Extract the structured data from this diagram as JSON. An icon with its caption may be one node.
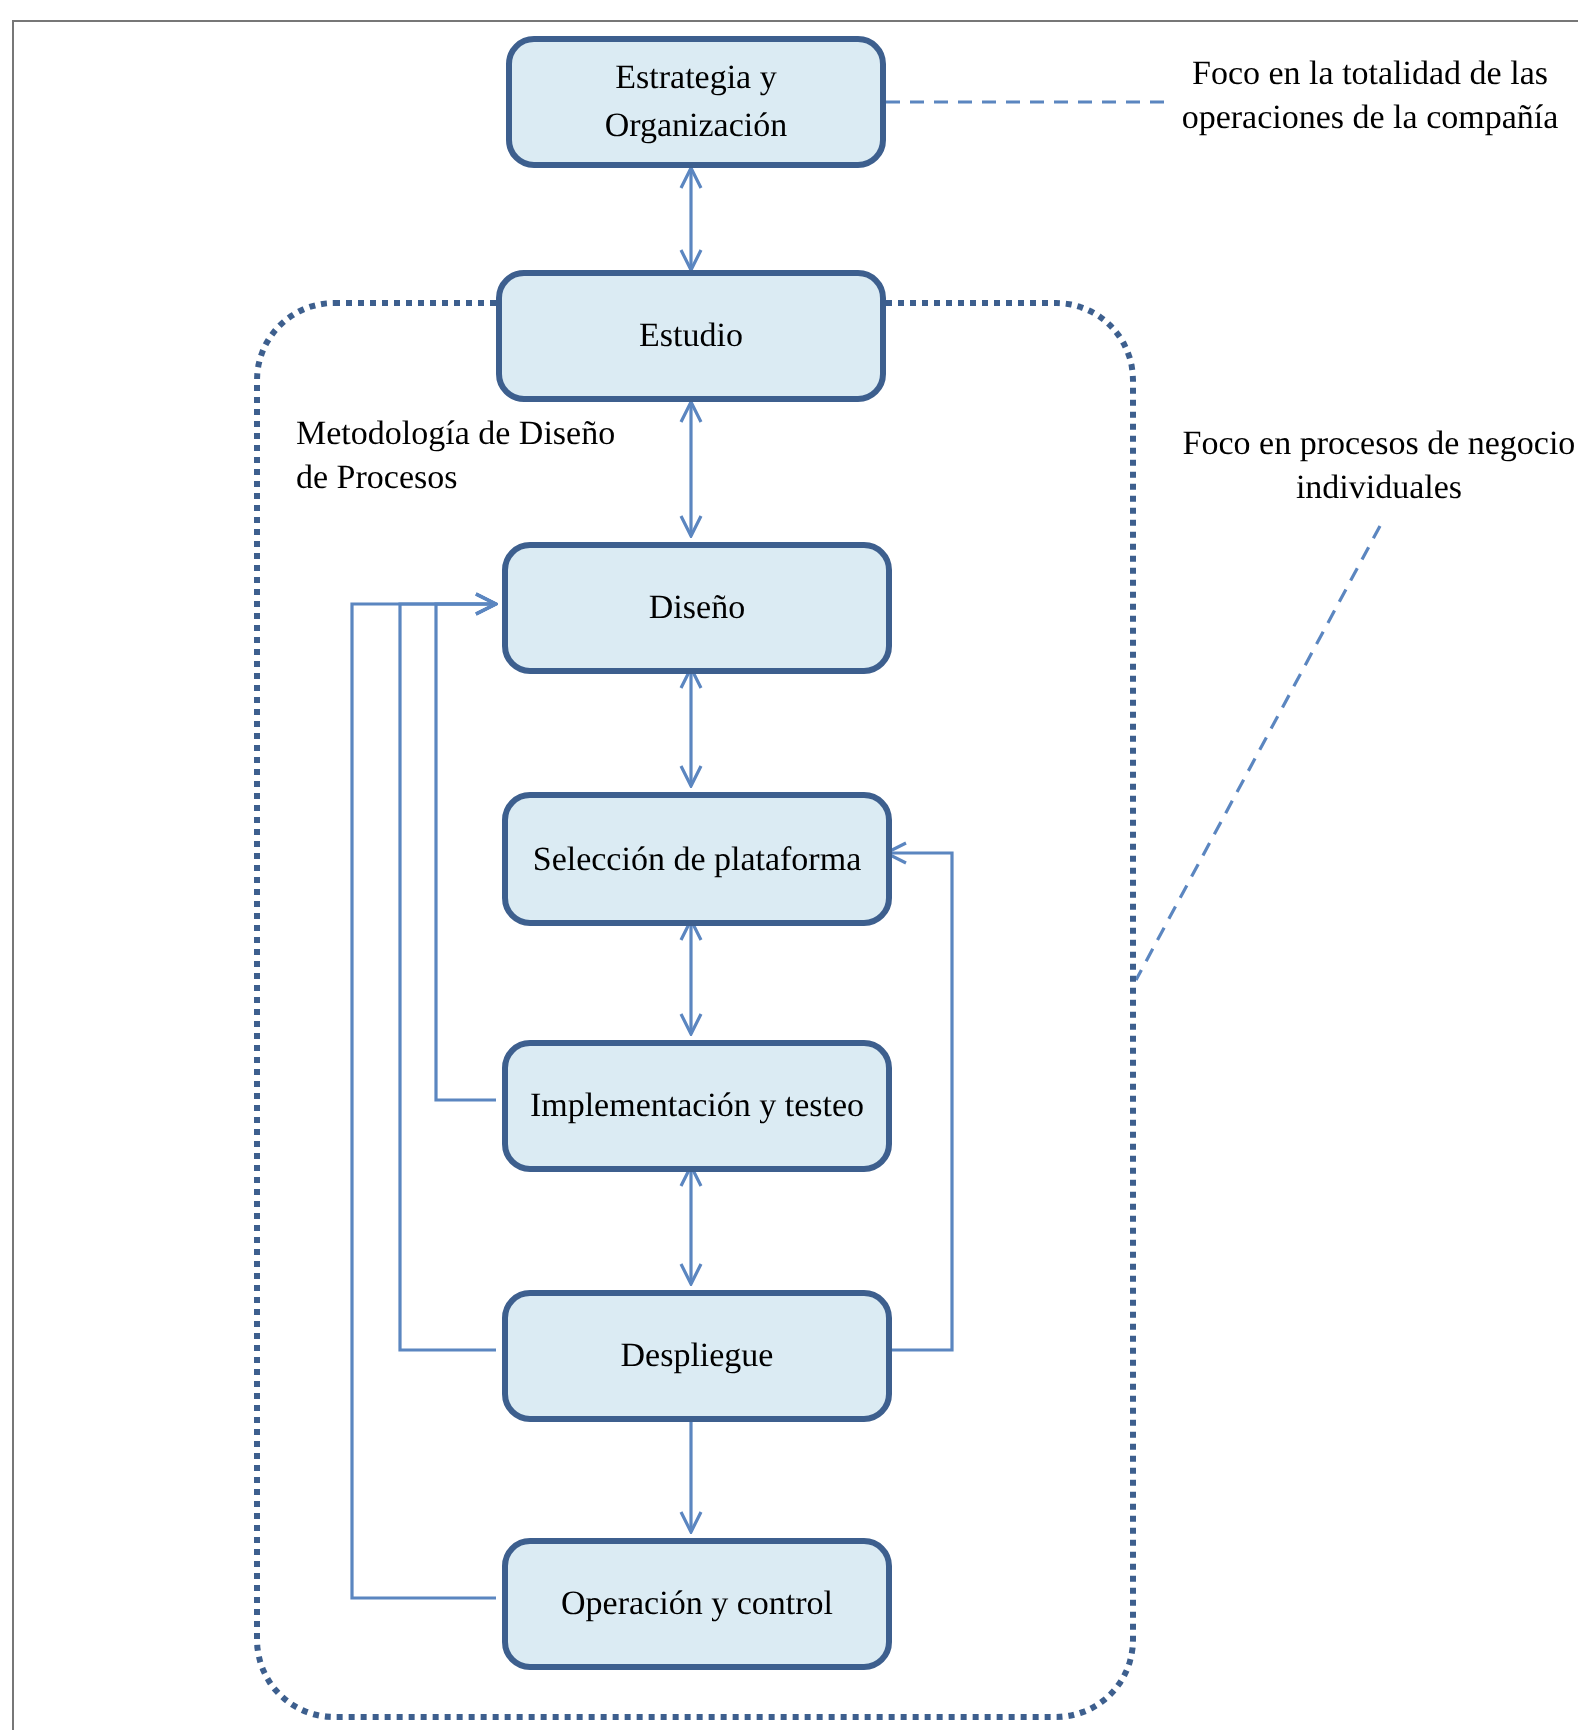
{
  "diagram": {
    "nodes": [
      {
        "text": [
          "Estrategia y Organización"
        ]
      },
      {
        "text": [
          "Metodología de Diseño de Procesos"
        ]
      },
      {
        "text": [
          "Estudio"
        ]
      },
      {
        "text": [
          "Diseño"
        ],
        "in": 1
      },
      {
        "text": [
          "Selección de plataforma"
        ],
        "in": 1
      },
      {
        "text": [
          "Implementación y testeo"
        ],
        "in": 1
      },
      {
        "text": [
          "Despliegue"
        ],
        "in": 1
      },
      {
        "text": [
          "Operación y control"
        ],
        "in": 1
      },
      {
        "text": [
          "Foco en la totalidad de las operaciones de la compañía"
        ]
      },
      {
        "text": [
          "Foco en procesos de negocio individuales"
        ]
      }
    ],
    "edges": [
      {
        "from": 0,
        "to": 2,
        "arrow": "both"
      },
      {
        "from": 2,
        "to": 3,
        "arrow": "both"
      },
      {
        "from": 3,
        "to": 4,
        "arrow": "both"
      },
      {
        "from": 4,
        "to": 5,
        "arrow": "both"
      },
      {
        "from": 5,
        "to": 6,
        "arrow": "both"
      },
      {
        "from": 6,
        "to": 7,
        "arrow": "to"
      },
      {
        "from": 5,
        "to": 3,
        "arrow": "to"
      },
      {
        "from": 6,
        "to": 3,
        "arrow": "to"
      },
      {
        "from": 7,
        "to": 3,
        "arrow": "to"
      },
      {
        "from": 6,
        "to": 4,
        "arrow": "to"
      },
      {
        "from": 0,
        "to": 8,
        "arrow": "none",
        "style": "dashed"
      },
      {
        "from": 9,
        "to": 1,
        "arrow": "none",
        "style": "dashed"
      }
    ]
  }
}
